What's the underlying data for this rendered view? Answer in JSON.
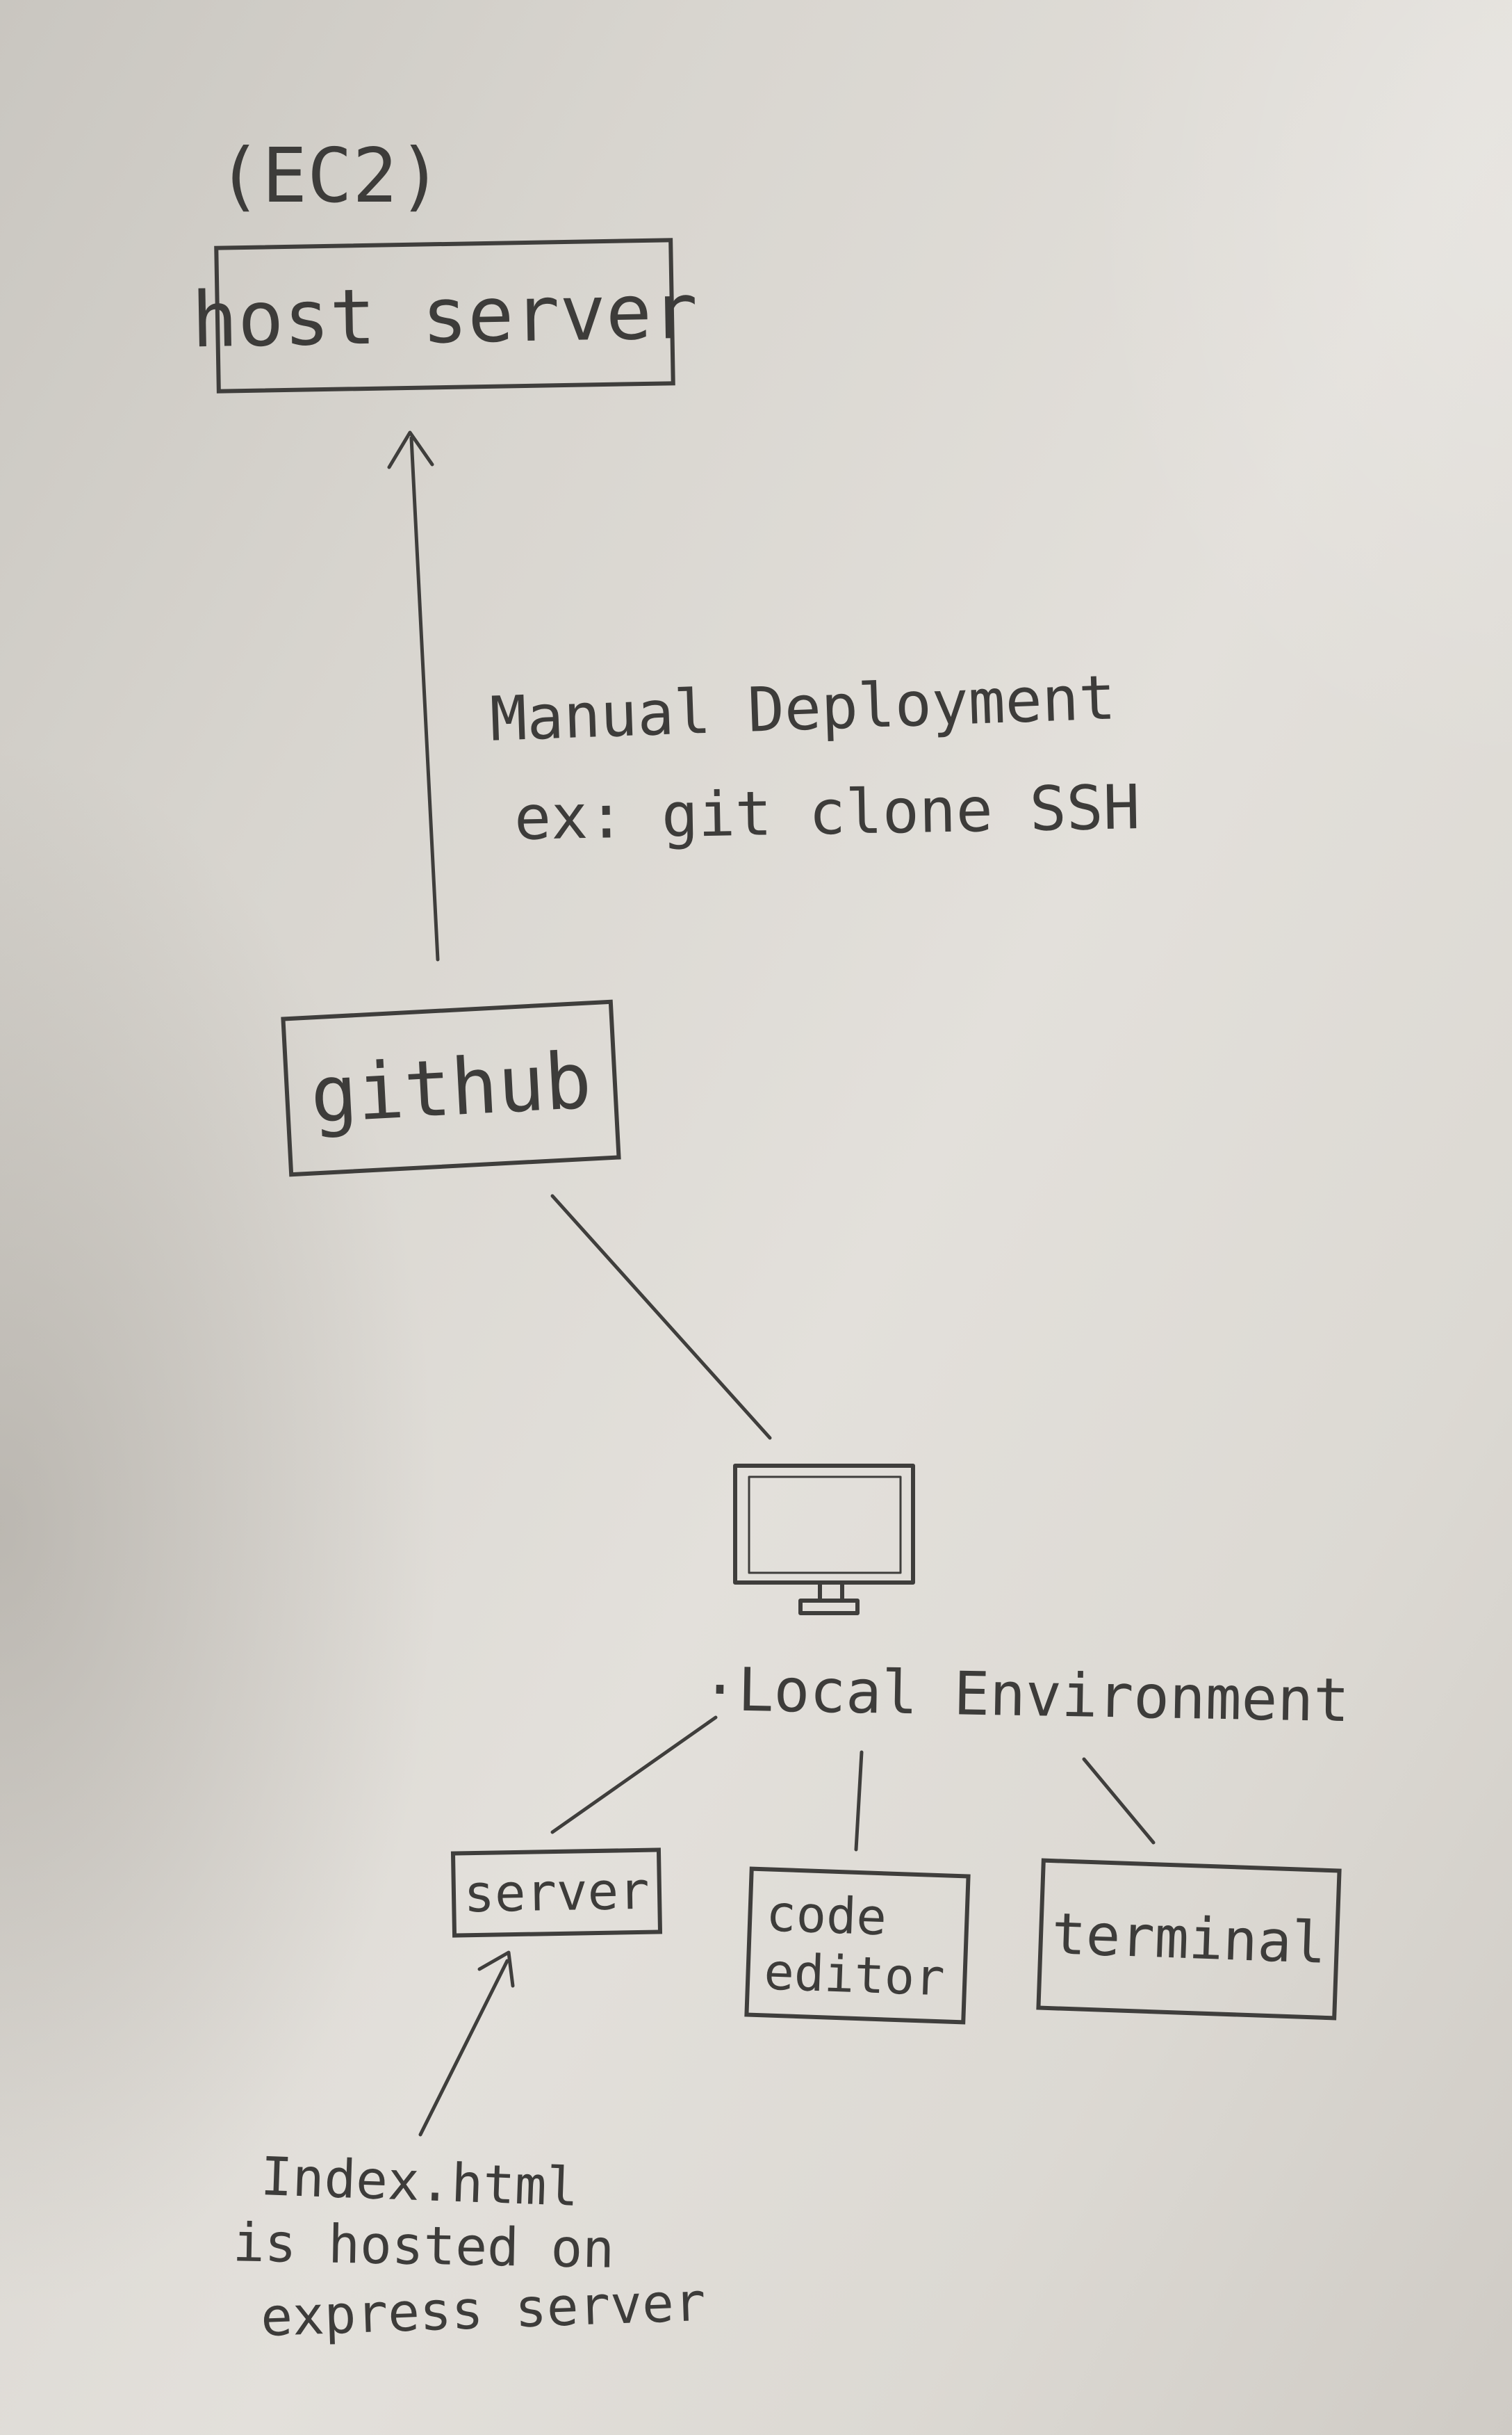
{
  "diagram": {
    "host_server": {
      "tag": "(EC2)",
      "label": "host server"
    },
    "deploy_note": {
      "line1": "Manual Deployment",
      "line2": "ex: git clone SSH"
    },
    "github": {
      "label": "github"
    },
    "local_environment": {
      "icon": "computer-monitor-icon",
      "label": "·Local Environment"
    },
    "components": [
      {
        "label": "server"
      },
      {
        "label_line1": "code",
        "label_line2": "editor"
      },
      {
        "label": "terminal"
      }
    ],
    "hosting_note": {
      "line1": "Index.html",
      "line2": "is hosted on",
      "line3": "express server"
    }
  }
}
